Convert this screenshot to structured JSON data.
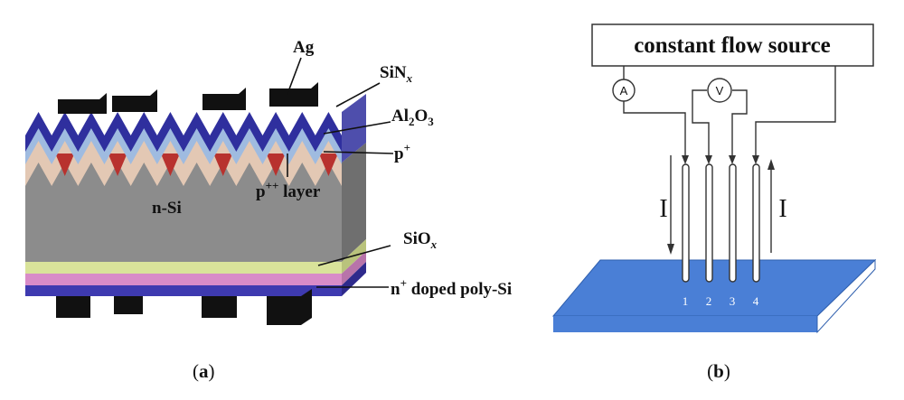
{
  "panel_a": {
    "caption_open": "(",
    "caption_letter": "a",
    "caption_close": ")",
    "labels": {
      "ag": "Ag",
      "sinx_main": "SiN",
      "sinx_sub": "x",
      "al2o3_a": "Al",
      "al2o3_sub1": "2",
      "al2o3_b": "O",
      "al2o3_sub2": "3",
      "pplus_main": "p",
      "pplus_sup": "+",
      "ppp_main": "p",
      "ppp_sup": "++",
      "ppp_rest": " layer",
      "nsi": "n-Si",
      "siox_main": "SiO",
      "siox_sub": "x",
      "npoly_main": "n",
      "npoly_sup": "+",
      "npoly_rest": " doped poly-Si"
    },
    "colors": {
      "silicon": "#8c8c8c",
      "sinx": "#2f2f9e",
      "al2o3": "#9fbbe0",
      "pplus": "#e3c8b4",
      "ppp": "#b8322e",
      "siox": "#d9e39a",
      "poly": "#d88cc8",
      "rear_blue": "#3e3ab0",
      "ag": "#111111"
    }
  },
  "panel_b": {
    "caption_open": "(",
    "caption_letter": "b",
    "caption_close": ")",
    "source_label": "constant flow source",
    "ammeter": "A",
    "voltmeter": "V",
    "current_left": "I",
    "current_right": "I",
    "probes": [
      "1",
      "2",
      "3",
      "4"
    ],
    "colors": {
      "sample": "#4a7fd6",
      "sample_edge": "#2f5fae"
    }
  }
}
